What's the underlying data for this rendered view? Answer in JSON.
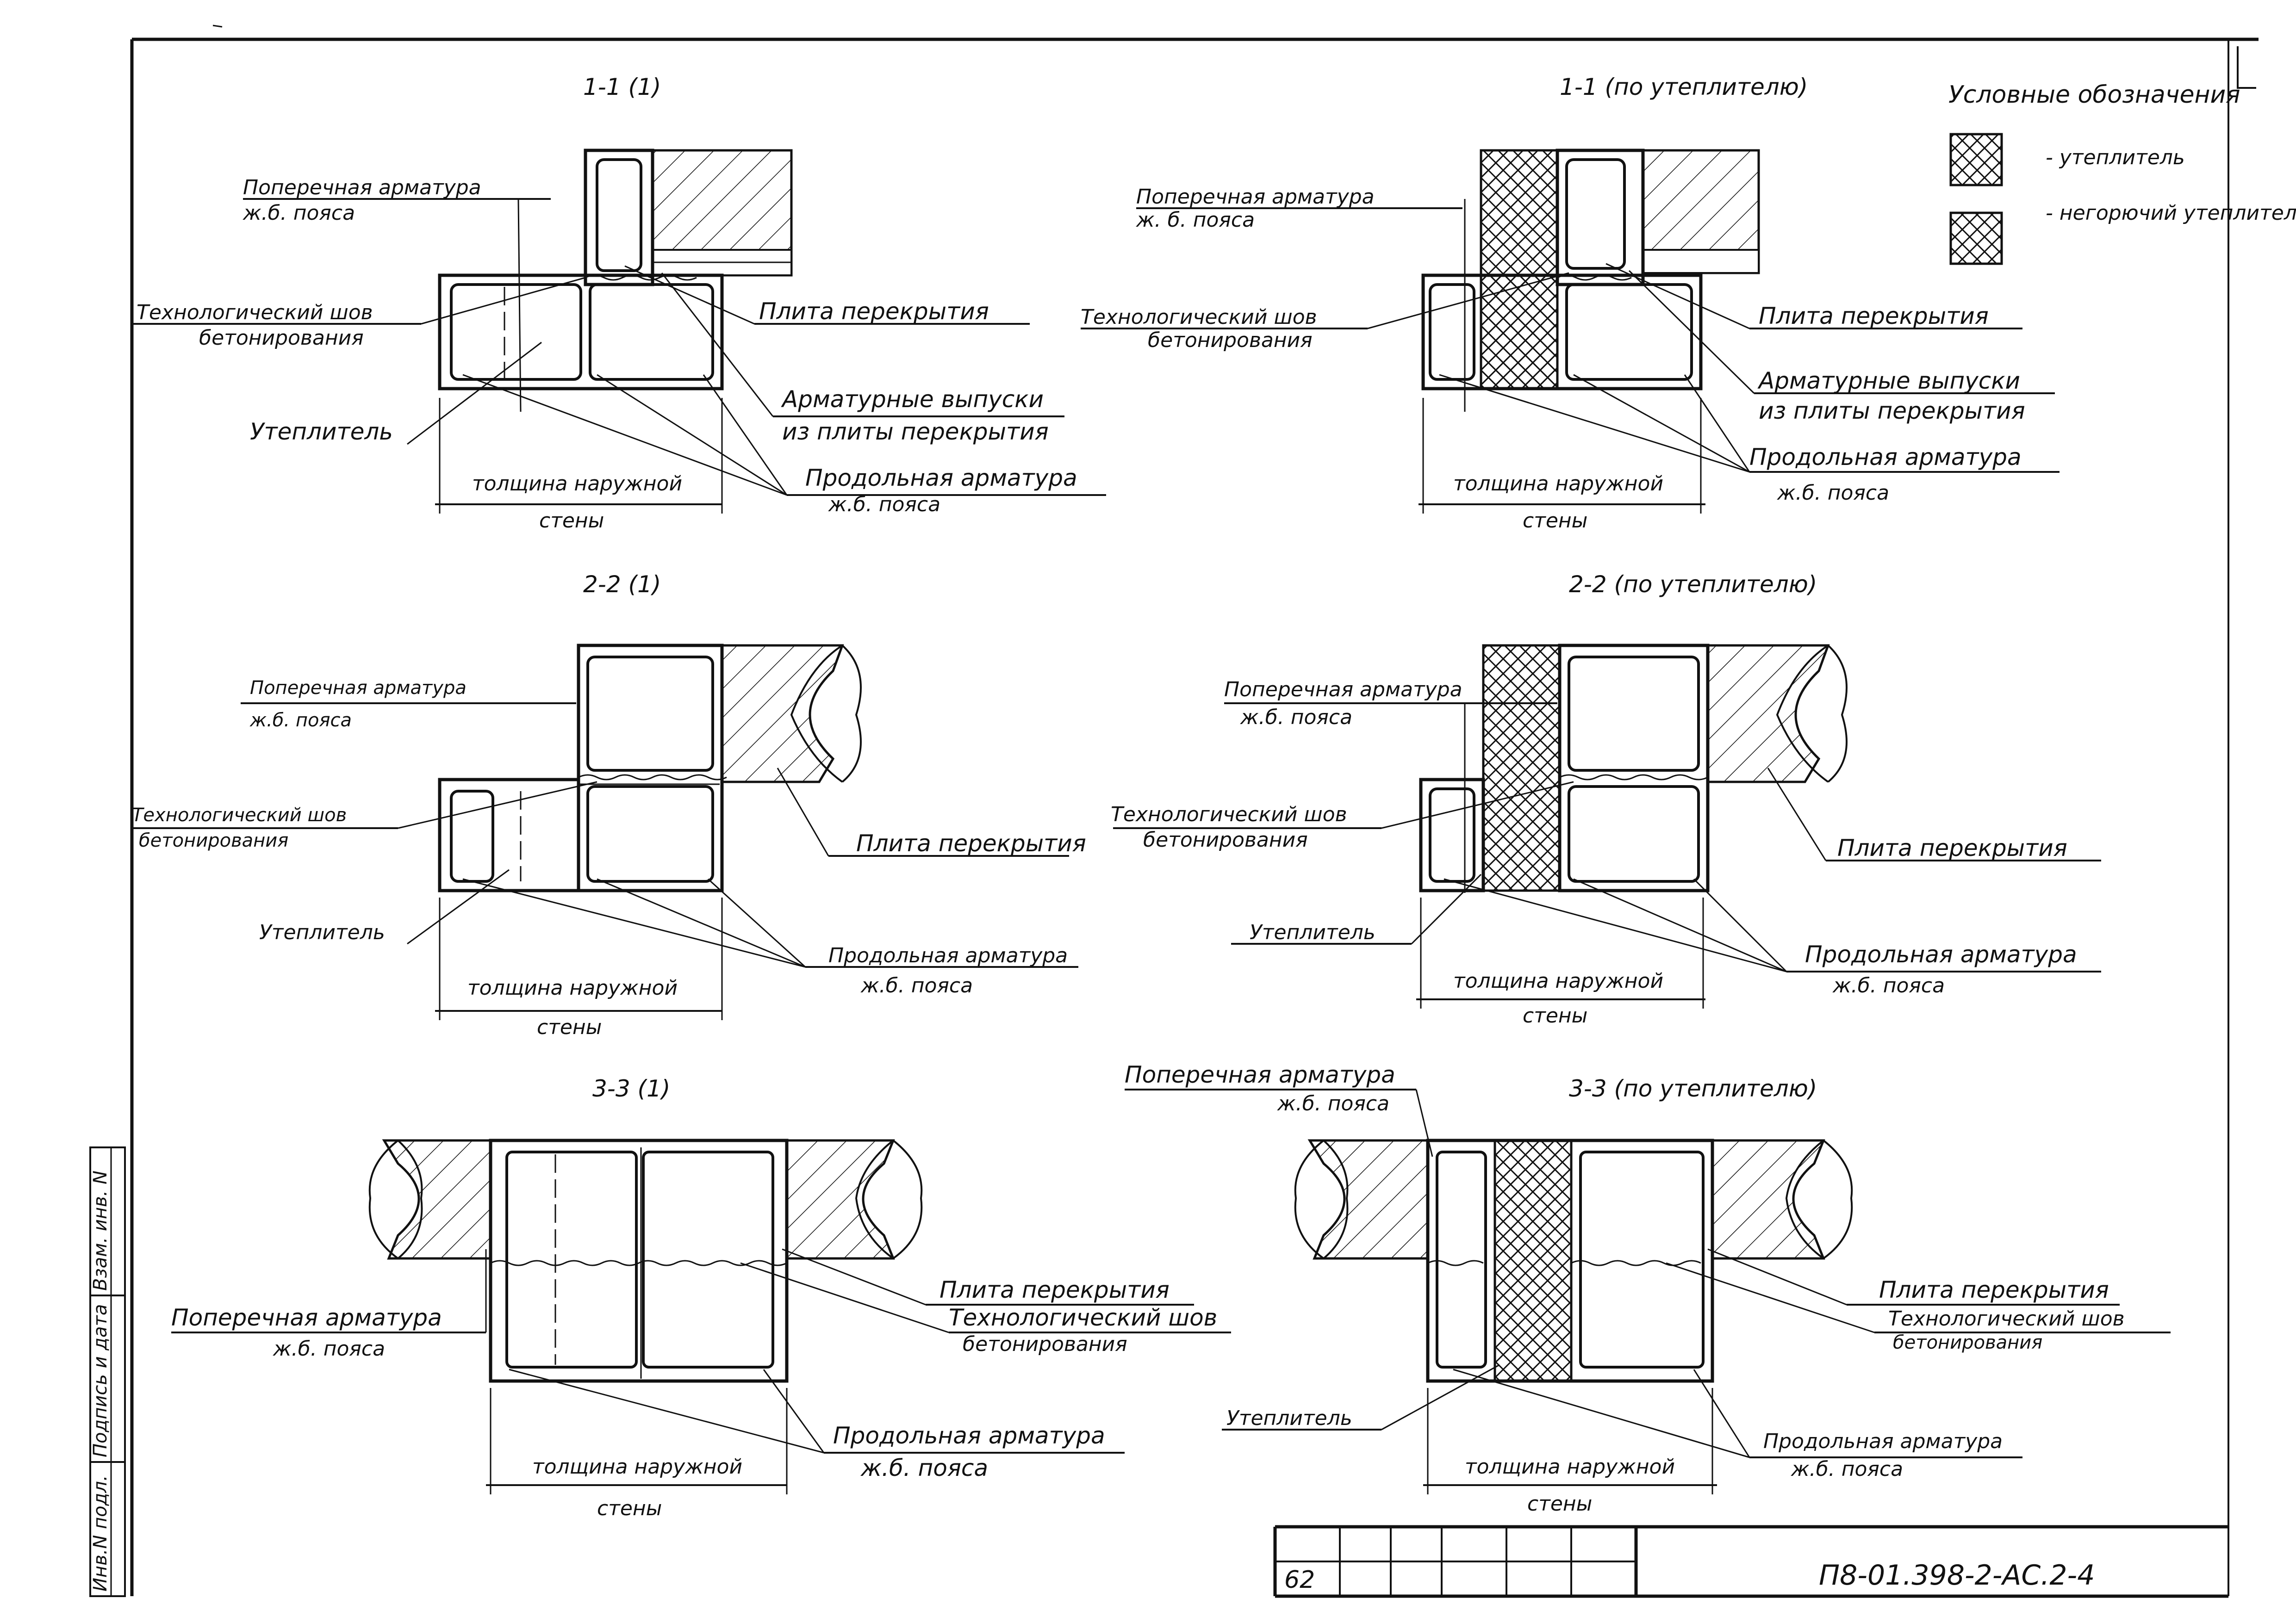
{
  "legend": {
    "title": "Условные обозначения",
    "items": [
      {
        "label": "- утеплитель"
      },
      {
        "label": "- негорючий утеплитель"
      }
    ]
  },
  "sections": {
    "s11a": {
      "title": "1-1 (1)",
      "labels": {
        "transverse": "Поперечная арматура",
        "transverse_sub": "ж.б. пояса",
        "seam": "Технологический шов",
        "seam_sub": "бетонирования",
        "slab": "Плита перекрытия",
        "outlets": "Арматурные выпуски",
        "outlets_sub": "из плиты перекрытия",
        "insulation": "Утеплитель",
        "longitudinal": "Продольная арматура",
        "longitudinal_sub": "ж.б. пояса",
        "dim": "толщина наружной",
        "dim_sub": "стены"
      }
    },
    "s11b": {
      "title": "1-1 (по утеплителю)",
      "labels": {
        "transverse": "Поперечная арматура",
        "transverse_sub": "ж. б. пояса",
        "seam": "Технологический шов",
        "seam_sub": "бетонирования",
        "slab": "Плита перекрытия",
        "outlets": "Арматурные выпуски",
        "outlets_sub": "из плиты перекрытия",
        "longitudinal": "Продольная арматура",
        "longitudinal_sub": "ж.б. пояса",
        "dim": "толщина наружной",
        "dim_sub": "стены"
      }
    },
    "s22a": {
      "title": "2-2 (1)",
      "labels": {
        "transverse": "Поперечная арматура",
        "transverse_sub": "ж.б. пояса",
        "seam": "Технологический шов",
        "seam_sub": "бетонирования",
        "slab": "Плита перекрытия",
        "insulation": "Утеплитель",
        "longitudinal": "Продольная арматура",
        "longitudinal_sub": "ж.б. пояса",
        "dim": "толщина наружной",
        "dim_sub": "стены"
      }
    },
    "s22b": {
      "title": "2-2 (по утеплителю)",
      "labels": {
        "transverse": "Поперечная арматура",
        "transverse_sub": "ж.б. пояса",
        "seam": "Технологический шов",
        "seam_sub": "бетонирования",
        "slab": "Плита перекрытия",
        "insulation": "Утеплитель",
        "longitudinal": "Продольная арматура",
        "longitudinal_sub": "ж.б. пояса",
        "dim": "толщина наружной",
        "dim_sub": "стены"
      }
    },
    "s33a": {
      "title": "3-3 (1)",
      "labels": {
        "transverse": "Поперечная арматура",
        "transverse_sub": "ж.б. пояса",
        "slab": "Плита перекрытия",
        "seam": "Технологический шов",
        "seam_sub": "бетонирования",
        "longitudinal": "Продольная арматура",
        "longitudinal_sub": "ж.б. пояса",
        "dim": "толщина наружной",
        "dim_sub": "стены"
      }
    },
    "s33b": {
      "title": "3-3 (по утеплителю)",
      "labels": {
        "transverse": "Поперечная арматура",
        "transverse_sub": "ж.б. пояса",
        "slab": "Плита перекрытия",
        "seam": "Технологический шов",
        "seam_sub": "бетонирования",
        "insulation": "Утеплитель",
        "longitudinal": "Продольная арматура",
        "longitudinal_sub": "ж.б. пояса",
        "dim": "толщина наружной",
        "dim_sub": "стены"
      }
    }
  },
  "stamp": {
    "sheet": "62",
    "code": "П8-01.398-2-АС.2-4"
  },
  "sidebar": {
    "field1": "Взам. инв. N",
    "field2": "Подпись и дата",
    "field3": "Инв.N подл."
  }
}
